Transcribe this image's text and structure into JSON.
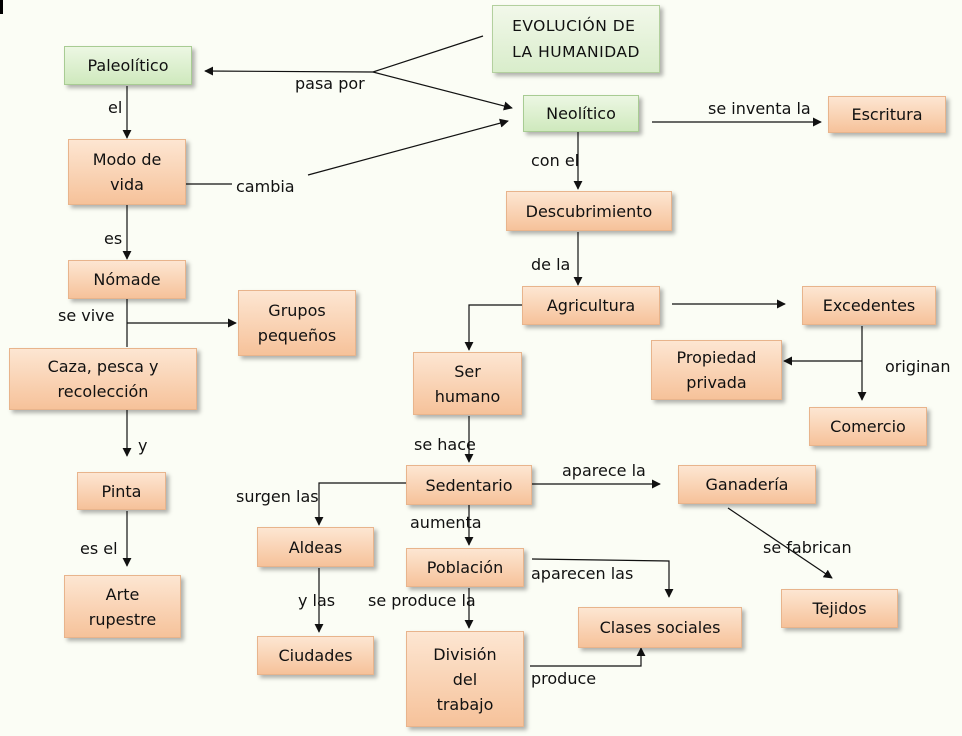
{
  "title": {
    "line1": "EVOLUCIÓN DE",
    "line2": "LA HUMANIDAD"
  },
  "nodes": {
    "paleolitico": "Paleolítico",
    "modo_vida": [
      "Modo de",
      "vida"
    ],
    "nomade": "Nómade",
    "grupos": [
      "Grupos",
      "pequeños"
    ],
    "caza": [
      "Caza, pesca y",
      "recolección"
    ],
    "pinta": "Pinta",
    "arte": [
      "Arte",
      "rupestre"
    ],
    "neolitico": "Neolítico",
    "escritura": "Escritura",
    "descubrimiento": "Descubrimiento",
    "agricultura": "Agricultura",
    "excedentes": "Excedentes",
    "propiedad": [
      "Propiedad",
      "privada"
    ],
    "comercio": "Comercio",
    "ser_humano": [
      "Ser",
      "humano"
    ],
    "sedentario": "Sedentario",
    "ganaderia": "Ganadería",
    "tejidos": "Tejidos",
    "aldeas": "Aldeas",
    "ciudades": "Ciudades",
    "poblacion": "Población",
    "clases": "Clases sociales",
    "division": [
      "División",
      "del",
      "trabajo"
    ]
  },
  "labels": {
    "pasa_por": "pasa por",
    "el": "el",
    "cambia": "cambia",
    "es": "es",
    "se_vive": "se vive",
    "y": "y",
    "es_el": "es el",
    "se_inventa": "se inventa la",
    "con_el": "con el",
    "de_la": "de la",
    "originan": "originan",
    "se_hace": "se hace",
    "aparece_la": "aparece la",
    "surgen_las": "surgen las",
    "aumenta": "aumenta",
    "se_fabrican": "se fabrican",
    "aparecen_las": "aparecen las",
    "y_las": "y las",
    "se_produce": "se produce la",
    "produce": "produce"
  }
}
